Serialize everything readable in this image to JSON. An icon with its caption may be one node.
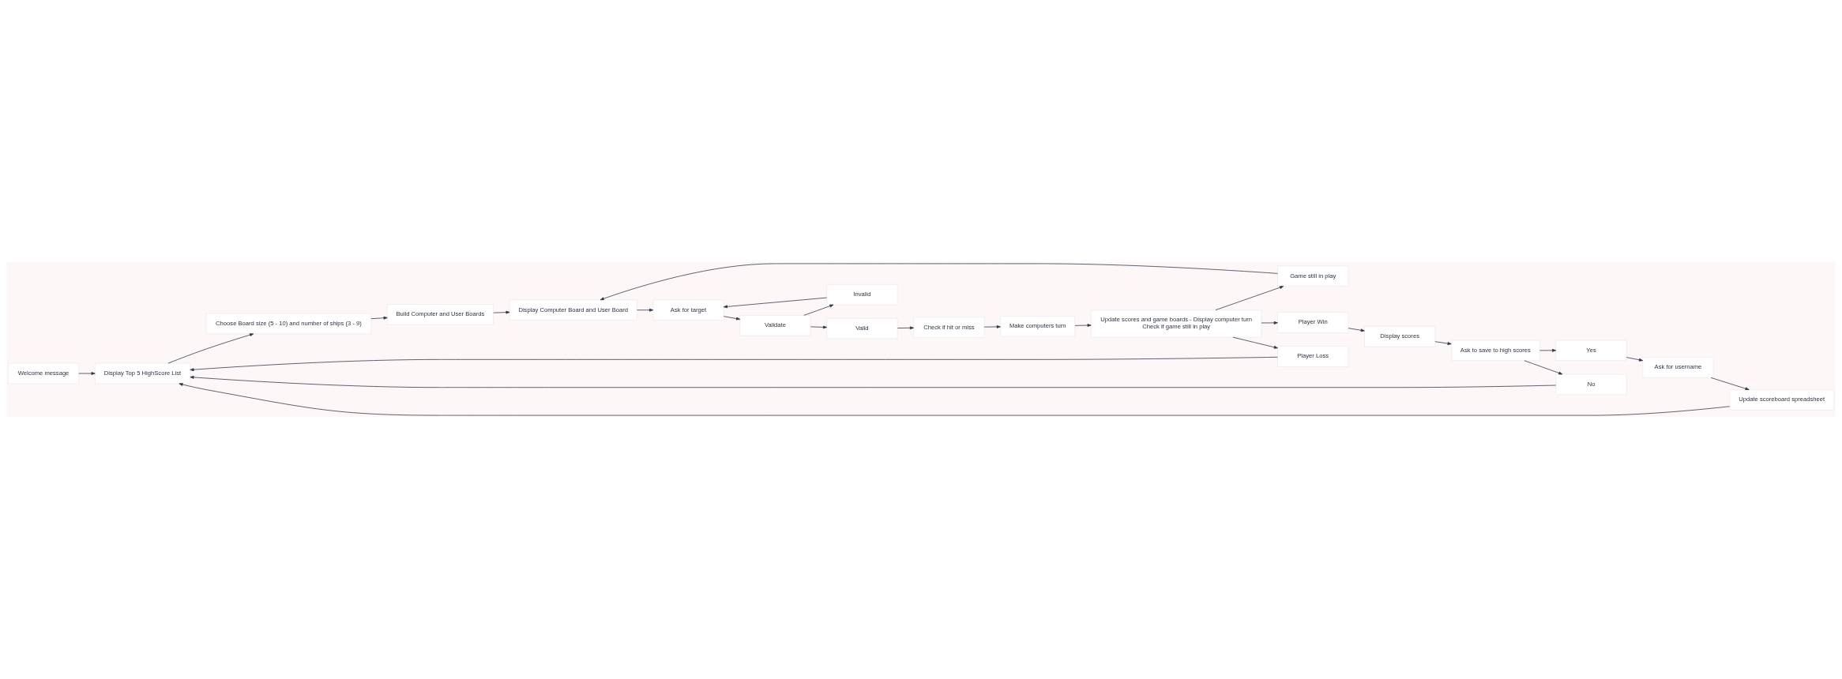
{
  "diagram": {
    "nodes": [
      {
        "text": [
          "Welcome message"
        ]
      },
      {
        "text": [
          "Display Top 5 HighScore List"
        ]
      },
      {
        "text": [
          "Choose Board size (5 - 10) and number of ships (3 - 9)"
        ]
      },
      {
        "text": [
          "Build Computer and User Boards"
        ]
      },
      {
        "text": [
          "Update scoreboard spreadsheet"
        ]
      },
      {
        "text": [
          "No"
        ]
      },
      {
        "text": [
          "Player Loss"
        ]
      },
      {
        "text": [
          "Game still in play"
        ]
      },
      {
        "text": [
          "Display Computer Board and User Board"
        ]
      },
      {
        "text": [
          "Ask for username"
        ]
      },
      {
        "text": [
          "Ask to save to high scores"
        ]
      },
      {
        "text": [
          "Update scores and game boards - Display computer turn",
          "Check if game still in play"
        ]
      },
      {
        "text": [
          "Ask for target"
        ]
      },
      {
        "text": [
          "Invalid"
        ]
      },
      {
        "text": [
          "Player Win"
        ]
      },
      {
        "text": [
          "Yes"
        ]
      },
      {
        "text": [
          "Display scores"
        ]
      },
      {
        "text": [
          "Validate"
        ]
      },
      {
        "text": [
          "Make computers turn"
        ]
      },
      {
        "text": [
          "Check if hit or miss"
        ]
      },
      {
        "text": [
          "Valid"
        ]
      }
    ],
    "edges": [
      {
        "from": 0,
        "to": 1,
        "arrow": "to"
      },
      {
        "from": 1,
        "to": 2,
        "arrow": "to"
      },
      {
        "from": 2,
        "to": 3,
        "arrow": "to"
      },
      {
        "from": 3,
        "to": 8,
        "arrow": "to"
      },
      {
        "from": 8,
        "to": 12,
        "arrow": "to"
      },
      {
        "from": 12,
        "to": 17,
        "arrow": "to"
      },
      {
        "from": 17,
        "to": 13,
        "arrow": "to"
      },
      {
        "from": 13,
        "to": 12,
        "arrow": "to"
      },
      {
        "from": 17,
        "to": 20,
        "arrow": "to"
      },
      {
        "from": 20,
        "to": 19,
        "arrow": "to"
      },
      {
        "from": 19,
        "to": 18,
        "arrow": "to"
      },
      {
        "from": 18,
        "to": 11,
        "arrow": "to"
      },
      {
        "from": 11,
        "to": 7,
        "arrow": "to"
      },
      {
        "from": 7,
        "to": 8,
        "arrow": "to"
      },
      {
        "from": 11,
        "to": 6,
        "arrow": "to"
      },
      {
        "from": 6,
        "to": 1,
        "arrow": "to"
      },
      {
        "from": 11,
        "to": 14,
        "arrow": "to"
      },
      {
        "from": 14,
        "to": 16,
        "arrow": "to"
      },
      {
        "from": 16,
        "to": 10,
        "arrow": "to"
      },
      {
        "from": 10,
        "to": 5,
        "arrow": "to"
      },
      {
        "from": 5,
        "to": 1,
        "arrow": "to"
      },
      {
        "from": 10,
        "to": 15,
        "arrow": "to"
      },
      {
        "from": 15,
        "to": 9,
        "arrow": "to"
      },
      {
        "from": 9,
        "to": 4,
        "arrow": "to"
      },
      {
        "from": 4,
        "to": 1,
        "arrow": "to"
      }
    ]
  }
}
